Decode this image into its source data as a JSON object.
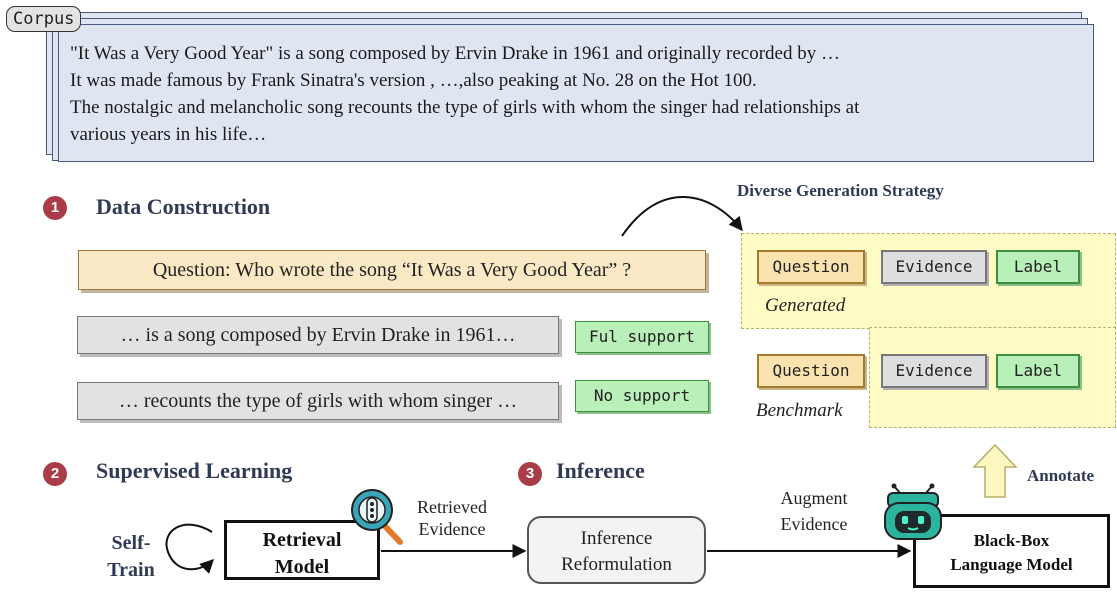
{
  "corpus": {
    "tab_label": "Corpus",
    "lines": [
      "\"It Was a Very Good Year\" is a song composed by Ervin Drake in 1961 and originally recorded by …",
      "It was made famous by Frank Sinatra's version , …,also peaking at No. 28 on the Hot 100.",
      "The nostalgic and melancholic song recounts the type of girls with whom the singer had relationships at",
      "various years in his life…"
    ]
  },
  "section1": {
    "number": "1",
    "title": "Data Construction",
    "question": "Question: Who wrote the song “It Was a Very Good Year” ?",
    "evidence_rows": [
      {
        "text": "… is a song composed by Ervin Drake in 1961…",
        "label": "Ful support"
      },
      {
        "text": "… recounts the type of girls with whom singer …",
        "label": "No support"
      }
    ]
  },
  "strategy": {
    "title": "Diverse Generation Strategy",
    "generated": {
      "caption": "Generated",
      "question": "Question",
      "evidence": "Evidence",
      "label": "Label"
    },
    "benchmark": {
      "caption": "Benchmark",
      "question": "Question",
      "evidence": "Evidence",
      "label": "Label"
    },
    "annotate_label": "Annotate"
  },
  "section2": {
    "number": "2",
    "title": "Supervised Learning",
    "self_train": [
      "Self-",
      "Train"
    ],
    "retrieval_model": [
      "Retrieval",
      "Model"
    ],
    "retrieved_evidence": [
      "Retrieved",
      "Evidence"
    ]
  },
  "section3": {
    "number": "3",
    "title": "Inference",
    "inference_box": [
      "Inference",
      "Reformulation"
    ],
    "augment_evidence": [
      "Augment",
      "Evidence"
    ],
    "black_box": [
      "Black-Box",
      "Language Model"
    ]
  },
  "colors": {
    "number_badge": "#a93c47",
    "section_title": "#2f3b55",
    "corpus_fill": "#dfe6f1",
    "question_fill": "#fbe9c6",
    "label_green": "#b9f0b9",
    "panel_yellow": "#fefbc4",
    "robot_teal": "#2bb5a0"
  }
}
